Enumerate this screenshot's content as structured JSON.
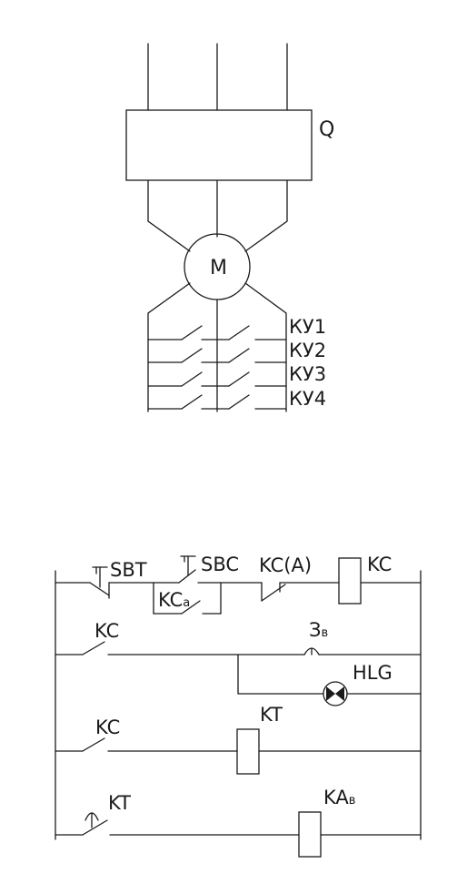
{
  "power_circuit": {
    "breaker_label": "Q",
    "motor_label": "M",
    "contactors": [
      "КУ1",
      "КУ2",
      "КУ3",
      "КУ4"
    ]
  },
  "control_circuit": {
    "sbt": "SBT",
    "sbc": "SBC",
    "kc_a_main": "KC",
    "kc_a_sub": "a",
    "kc_reverse": "KC(A)",
    "kc_coil": "KC",
    "kc_contact_row2": "KC",
    "sound_main": "З",
    "sound_sub": "в",
    "hlg": "HLG",
    "kc_contact_row3": "KC",
    "kt_coil": "KT",
    "kt_contact": "KT",
    "kav_main": "KA",
    "kav_sub": "в"
  }
}
